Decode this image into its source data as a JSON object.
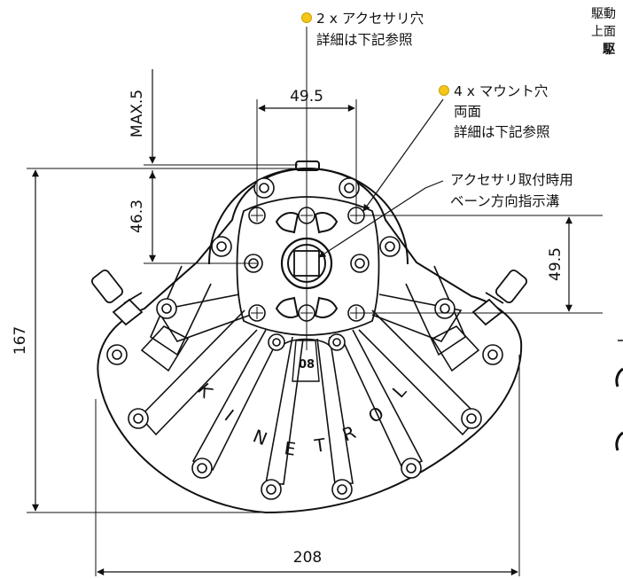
{
  "dimensions": {
    "top_width": "49.5",
    "max_height": "MAX.5",
    "upper_height": "46.3",
    "right_height": "49.5",
    "overall_height": "167",
    "overall_width": "208"
  },
  "callouts": {
    "accessory_holes": {
      "line1": "2 x アクセサリ穴",
      "line2": "詳細は下記参照",
      "marker_color": "#f5c518"
    },
    "mount_holes": {
      "line1": "4 x マウント穴",
      "line2": "両面",
      "line3": "詳細は下記参照",
      "marker_color": "#f5c518"
    },
    "vane_groove": {
      "line1": "アクセサリ取付時用",
      "line2": "ベーン方向指示溝"
    }
  },
  "cropped_text": {
    "line1": "駆動",
    "line2": "上面",
    "line3": "駆"
  },
  "body_marks": {
    "model_number": "08",
    "brand_letters": [
      "K",
      "I",
      "N",
      "E",
      "T",
      "R",
      "O",
      "L"
    ]
  }
}
